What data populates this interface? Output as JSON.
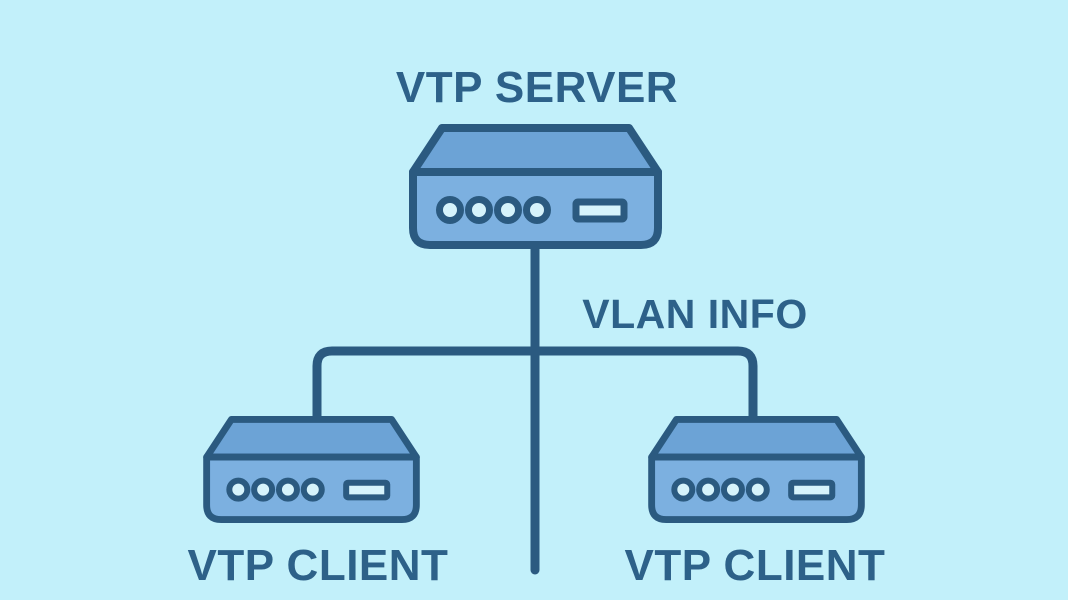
{
  "diagram": {
    "type": "network-topology",
    "background_color": "#c2f0fa",
    "colors": {
      "line": "#2b5a80",
      "outline": "#2b5a80",
      "text": "#2d6189",
      "switch_top_face": "#6ca3d6",
      "switch_front_face": "#7cb0e0",
      "port_fill": "#d6f3fb"
    },
    "nodes": {
      "server": {
        "label": "VTP SERVER",
        "kind": "network-switch",
        "ports": 4,
        "slots": 1
      },
      "client_left": {
        "label": "VTP CLIENT",
        "kind": "network-switch",
        "ports": 4,
        "slots": 1
      },
      "client_right": {
        "label": "VTP CLIENT",
        "kind": "network-switch",
        "ports": 4,
        "slots": 1
      }
    },
    "links": {
      "label": "VLAN INFO",
      "topology": "server trunk line splits to both clients"
    }
  }
}
